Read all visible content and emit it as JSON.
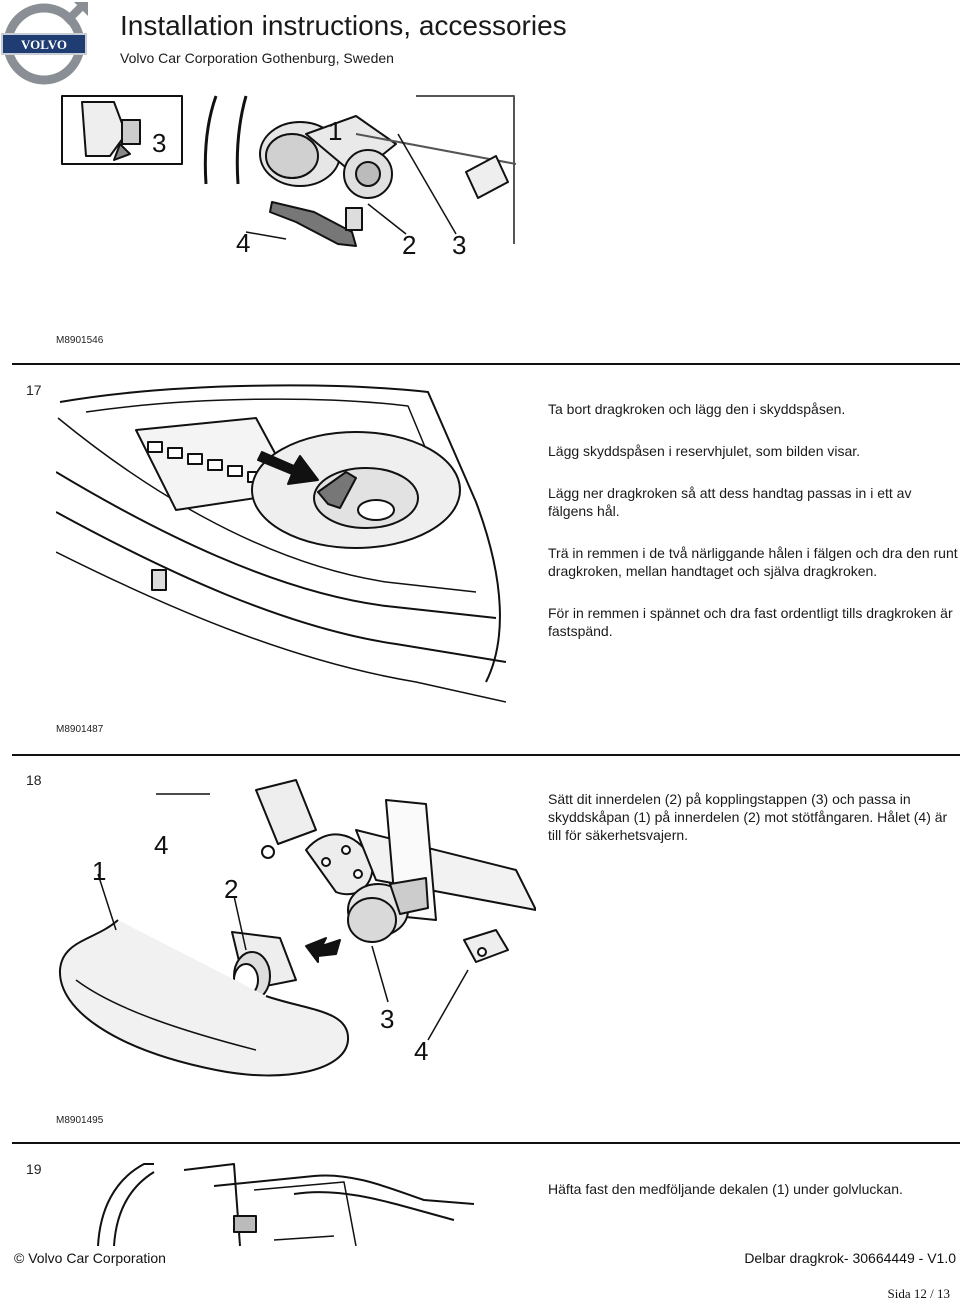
{
  "header": {
    "logo_text": "VOLVO",
    "title": "Installation instructions, accessories",
    "subtitle": "Volvo Car Corporation Gothenburg, Sweden"
  },
  "figures": [
    {
      "code": "M8901546",
      "callouts": [
        "3",
        "1",
        "4",
        "2",
        "3"
      ]
    },
    {
      "code": "M8901487"
    },
    {
      "code": "M8901495",
      "callouts": [
        "4",
        "1",
        "2",
        "3",
        "4"
      ]
    }
  ],
  "steps": [
    {
      "number": "17",
      "paragraphs": [
        "Ta bort dragkroken och lägg den i skyddspåsen.",
        "Lägg skyddspåsen i reservhjulet, som bilden visar.",
        "Lägg ner dragkroken så att dess handtag passas in i ett av fälgens hål.",
        "Trä in remmen i de två närliggande hålen i fälgen och dra den runt dragkroken, mellan handtaget och själva dragkroken.",
        "För in remmen i spännet och dra fast ordentligt tills dragkroken är fastspänd."
      ]
    },
    {
      "number": "18",
      "paragraphs": [
        "Sätt dit innerdelen (2) på kopplingstappen (3) och passa in skyddskåpan (1) på innerdelen (2) mot stötfångaren. Hålet (4) är till för säkerhetsvajern."
      ]
    },
    {
      "number": "19",
      "paragraphs": [
        "Häfta fast den medföljande dekalen (1) under golvluckan."
      ]
    }
  ],
  "footer": {
    "left": "© Volvo Car Corporation",
    "right": "Delbar dragkrok- 30664449 - V1.0",
    "page": "Sida 12 / 13"
  }
}
